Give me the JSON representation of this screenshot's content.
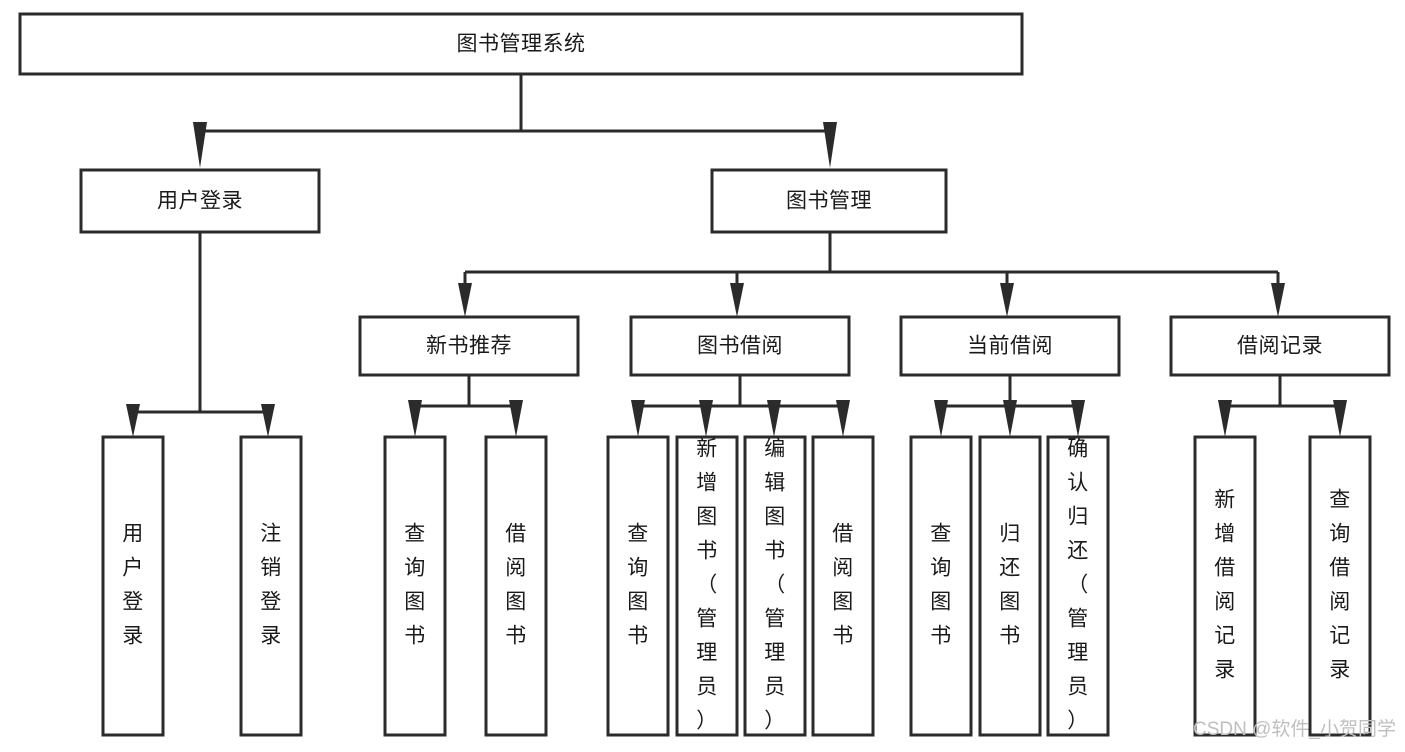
{
  "diagram": {
    "title": "图书管理系统",
    "type": "tree-hierarchy",
    "root": {
      "id": "root",
      "label": "图书管理系统"
    },
    "level1": [
      {
        "id": "user-login",
        "label": "用户登录"
      },
      {
        "id": "book-manage",
        "label": "图书管理"
      }
    ],
    "level2": [
      {
        "id": "new-book-rec",
        "label": "新书推荐",
        "parent": "book-manage"
      },
      {
        "id": "book-borrow",
        "label": "图书借阅",
        "parent": "book-manage"
      },
      {
        "id": "current-borrow",
        "label": "当前借阅",
        "parent": "book-manage"
      },
      {
        "id": "borrow-record",
        "label": "借阅记录",
        "parent": "book-manage"
      }
    ],
    "leaves": [
      {
        "id": "leaf-user-login",
        "label": "用户登录",
        "parent": "user-login"
      },
      {
        "id": "leaf-logout",
        "label": "注销登录",
        "parent": "user-login"
      },
      {
        "id": "leaf-query-book-1",
        "label": "查询图书",
        "parent": "new-book-rec"
      },
      {
        "id": "leaf-borrow-book-1",
        "label": "借阅图书",
        "parent": "new-book-rec"
      },
      {
        "id": "leaf-query-book-2",
        "label": "查询图书",
        "parent": "book-borrow"
      },
      {
        "id": "leaf-add-book",
        "label": "新增图书（管理员）",
        "parent": "book-borrow"
      },
      {
        "id": "leaf-edit-book",
        "label": "编辑图书（管理员）",
        "parent": "book-borrow"
      },
      {
        "id": "leaf-borrow-book-2",
        "label": "借阅图书",
        "parent": "book-borrow"
      },
      {
        "id": "leaf-query-book-3",
        "label": "查询图书",
        "parent": "current-borrow"
      },
      {
        "id": "leaf-return-book",
        "label": "归还图书",
        "parent": "current-borrow"
      },
      {
        "id": "leaf-confirm-return",
        "label": "确认归还（管理员）",
        "parent": "current-borrow"
      },
      {
        "id": "leaf-add-record",
        "label": "新增借阅记录",
        "parent": "borrow-record"
      },
      {
        "id": "leaf-query-record",
        "label": "查询借阅记录",
        "parent": "borrow-record"
      }
    ]
  },
  "watermark": {
    "text": "CSDN @软件_小贺同学"
  },
  "colors": {
    "background": "#ffffff",
    "box_fill": "#ffffff",
    "box_stroke": "#2b2b2b",
    "text": "#1a1a1a",
    "watermark": "#bfbfbf"
  }
}
